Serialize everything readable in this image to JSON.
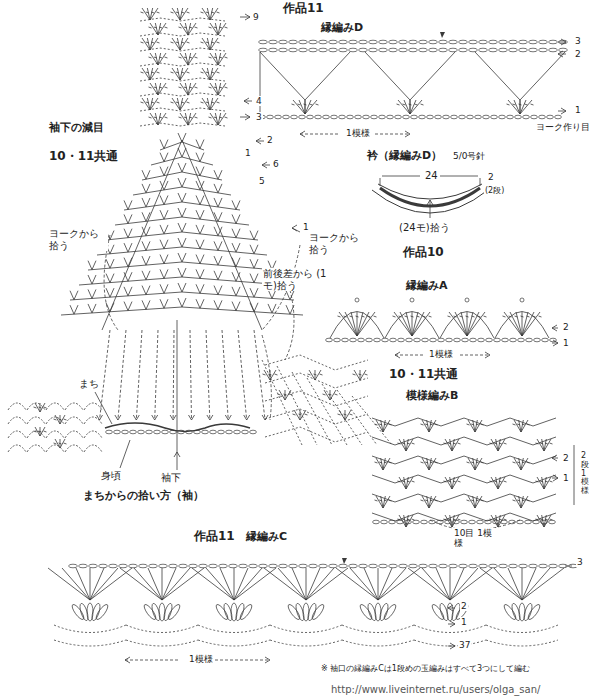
{
  "diagram": {
    "labels": [
      "9",
      "4",
      "3",
      "作品11",
      "縁編みD",
      "3",
      "2",
      "1",
      "ヨーク作り目",
      "1模様",
      "袖下の減目",
      "10・11共通",
      "2",
      "1",
      "6",
      "5",
      "1",
      "ヨークから 拾う",
      "ヨークから 拾う",
      "前後差から (1モ)拾う",
      "衿（縁編みD）",
      "5/0号針",
      "24",
      "2",
      "(2段)",
      "(24モ)拾う",
      "作品10",
      "縁編みA",
      "2",
      "1",
      "1模様",
      "10・11共通",
      "模様編みB",
      "2",
      "1",
      "2段 1模様",
      "10目 1模様",
      "まち",
      "身頃",
      "袖下",
      "まちからの拾い方（袖）",
      "作品11",
      "縁編みC",
      "3",
      "2",
      "1",
      "37",
      "1模様",
      "※ 袖口の縁編みCは1段めの玉編みはすべて3つにして編む",
      "http://www.liveinternet.ru/users/olga_san/"
    ]
  }
}
